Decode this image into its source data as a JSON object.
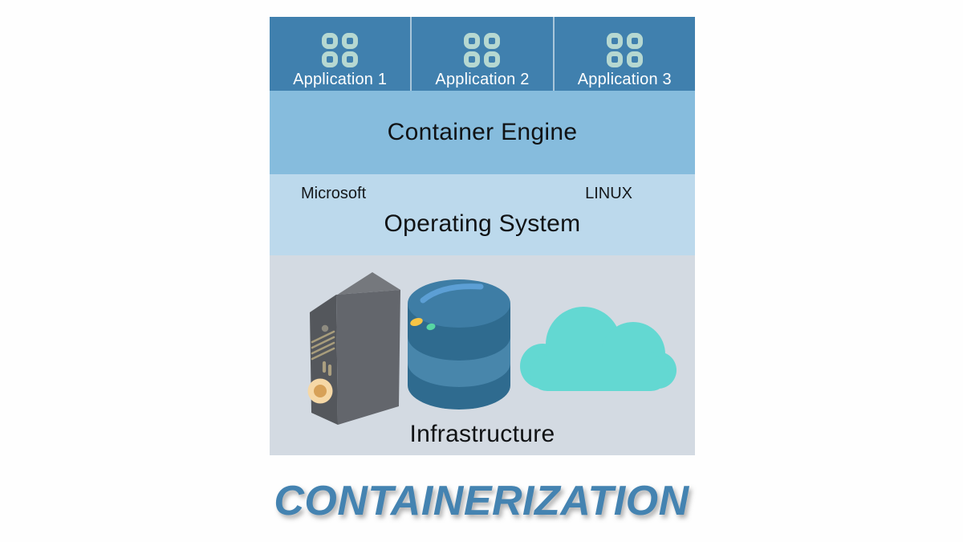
{
  "title": "CONTAINERIZATION",
  "stack": {
    "applications": [
      {
        "label": "Application 1",
        "icon": "app-grid-icon"
      },
      {
        "label": "Application 2",
        "icon": "app-grid-icon"
      },
      {
        "label": "Application 3",
        "icon": "app-grid-icon"
      }
    ],
    "container_engine": {
      "label": "Container Engine"
    },
    "operating_system": {
      "left_label": "Microsoft",
      "right_label": "LINUX",
      "label": "Operating System"
    },
    "infrastructure": {
      "label": "Infrastructure",
      "icons": [
        "server-tower-icon",
        "database-icon",
        "cloud-icon"
      ]
    }
  },
  "colors": {
    "applications_row_bg": "#4080ae",
    "app_icon_mint": "#b6d8d1",
    "container_engine_bg": "#86bcdd",
    "operating_system_bg": "#bcd9ec",
    "infrastructure_bg": "#d3dae2",
    "title_text": "#4483b1",
    "cloud": "#63d8d2",
    "database_dark": "#2f6b8f",
    "database_light": "#4886ab",
    "server_gray": "#63666c",
    "speaker_cream": "#f6d8a6"
  }
}
